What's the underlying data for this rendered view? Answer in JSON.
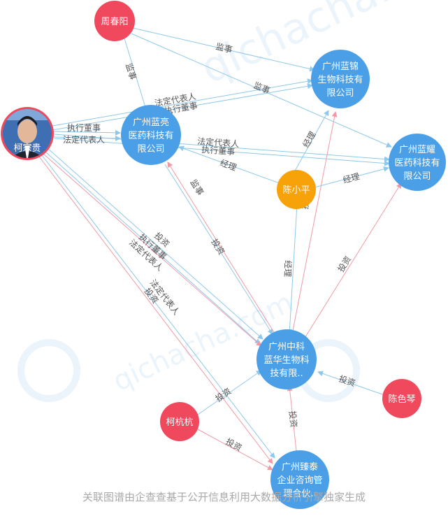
{
  "colors": {
    "company": "#4a9fe6",
    "person": "#f0495e",
    "key_person": "#f8a20a",
    "edge_blue": "#8ec8ea",
    "edge_red": "#f19aa6",
    "edge_gray": "#b8c4cf"
  },
  "nodes": {
    "zhou": {
      "label": "周春阳"
    },
    "ke": {
      "label": "柯宗贵"
    },
    "lanjin": {
      "label_lines": [
        "广州蓝锦",
        "生物科技有",
        "限公司"
      ]
    },
    "lanliang": {
      "label_lines": [
        "广州蓝亮",
        "医药科技有",
        "限公司"
      ]
    },
    "lanyao": {
      "label_lines": [
        "广州蓝耀",
        "医药科技有",
        "限公司"
      ]
    },
    "chen": {
      "label": "陈小平"
    },
    "zhongke": {
      "label_lines": [
        "广州中科",
        "蓝华生物科",
        "技有限.."
      ]
    },
    "chense": {
      "label": "陈色琴"
    },
    "kehang": {
      "label": "柯杭杭"
    },
    "zhentai": {
      "label_lines": [
        "广州臻泰",
        "企业咨询管",
        "理合伙.."
      ]
    }
  },
  "edge_labels": {
    "e1": "监事",
    "e2": "监事",
    "e3": "监事",
    "e4": "法定代表人",
    "e5": "执行董事",
    "e6": "执行董事",
    "e7": "法定代表人",
    "e8": "法定代表人",
    "e9": "执行董事",
    "e10": "经理",
    "e11": "经理",
    "e12": "经理",
    "e13": "监事",
    "e14": "投资",
    "e15": "执行董事",
    "e16": "法定代表人",
    "e17": "投资",
    "e18": "法定代表人",
    "e19": "投资",
    "e20": "经理",
    "e21": "投资",
    "e22": "投资",
    "e23": "投资",
    "e24": "投资",
    "e25": "投资",
    "e26": "投资"
  },
  "footer": "关联图谱由企查查基于公开信息利用大数据分析引擎独家生成",
  "watermark": "qichacha.com"
}
